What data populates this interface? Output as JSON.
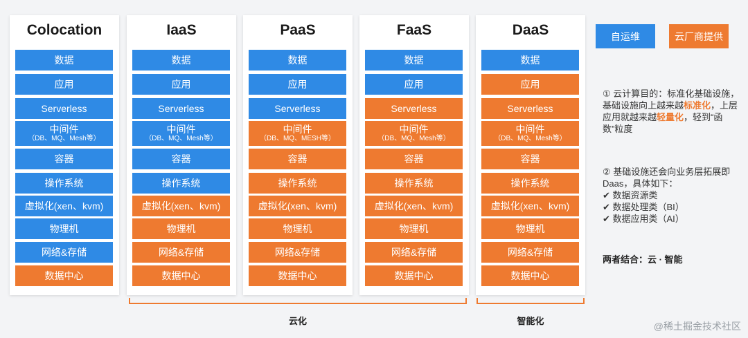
{
  "legend": [
    {
      "label": "自运维",
      "color": "#2f8ae5"
    },
    {
      "label": "云厂商提供",
      "color": "#ee7a30"
    }
  ],
  "columns": [
    {
      "title": "Colocation",
      "layers": [
        {
          "label": "数据",
          "provider": "self"
        },
        {
          "label": "应用",
          "provider": "self"
        },
        {
          "label": "Serverless",
          "provider": "self"
        },
        {
          "label": "中间件",
          "sub": "（DB、MQ、Mesh等）",
          "provider": "self"
        },
        {
          "label": "容器",
          "provider": "self"
        },
        {
          "label": "操作系统",
          "provider": "self"
        },
        {
          "label": "虚拟化(xen、kvm)",
          "provider": "self"
        },
        {
          "label": "物理机",
          "provider": "self"
        },
        {
          "label": "网络&存储",
          "provider": "self"
        },
        {
          "label": "数据中心",
          "provider": "cloud"
        }
      ]
    },
    {
      "title": "IaaS",
      "layers": [
        {
          "label": "数据",
          "provider": "self"
        },
        {
          "label": "应用",
          "provider": "self"
        },
        {
          "label": "Serverless",
          "provider": "self"
        },
        {
          "label": "中间件",
          "sub": "（DB、MQ、Mesh等）",
          "provider": "self"
        },
        {
          "label": "容器",
          "provider": "self"
        },
        {
          "label": "操作系统",
          "provider": "self"
        },
        {
          "label": "虚拟化(xen、kvm)",
          "provider": "cloud"
        },
        {
          "label": "物理机",
          "provider": "cloud"
        },
        {
          "label": "网络&存储",
          "provider": "cloud"
        },
        {
          "label": "数据中心",
          "provider": "cloud"
        }
      ]
    },
    {
      "title": "PaaS",
      "layers": [
        {
          "label": "数据",
          "provider": "self"
        },
        {
          "label": "应用",
          "provider": "self"
        },
        {
          "label": "Serverless",
          "provider": "self"
        },
        {
          "label": "中间件",
          "sub": "（DB、MQ、MESH等）",
          "provider": "cloud"
        },
        {
          "label": "容器",
          "provider": "cloud"
        },
        {
          "label": "操作系统",
          "provider": "cloud"
        },
        {
          "label": "虚拟化(xen、kvm)",
          "provider": "cloud"
        },
        {
          "label": "物理机",
          "provider": "cloud"
        },
        {
          "label": "网络&存储",
          "provider": "cloud"
        },
        {
          "label": "数据中心",
          "provider": "cloud"
        }
      ]
    },
    {
      "title": "FaaS",
      "layers": [
        {
          "label": "数据",
          "provider": "self"
        },
        {
          "label": "应用",
          "provider": "self"
        },
        {
          "label": "Serverless",
          "provider": "cloud"
        },
        {
          "label": "中间件",
          "sub": "（DB、MQ、Mesh等）",
          "provider": "cloud"
        },
        {
          "label": "容器",
          "provider": "cloud"
        },
        {
          "label": "操作系统",
          "provider": "cloud"
        },
        {
          "label": "虚拟化(xen、kvm)",
          "provider": "cloud"
        },
        {
          "label": "物理机",
          "provider": "cloud"
        },
        {
          "label": "网络&存储",
          "provider": "cloud"
        },
        {
          "label": "数据中心",
          "provider": "cloud"
        }
      ]
    },
    {
      "title": "DaaS",
      "layers": [
        {
          "label": "数据",
          "provider": "self"
        },
        {
          "label": "应用",
          "provider": "cloud"
        },
        {
          "label": "Serverless",
          "provider": "cloud"
        },
        {
          "label": "中间件",
          "sub": "（DB、MQ、Mesh等）",
          "provider": "cloud"
        },
        {
          "label": "容器",
          "provider": "cloud"
        },
        {
          "label": "操作系统",
          "provider": "cloud"
        },
        {
          "label": "虚拟化(xen、kvm)",
          "provider": "cloud"
        },
        {
          "label": "物理机",
          "provider": "cloud"
        },
        {
          "label": "网络&存储",
          "provider": "cloud"
        },
        {
          "label": "数据中心",
          "provider": "cloud"
        }
      ]
    }
  ],
  "description": {
    "point1": {
      "prefix": "① 云计算目的：标准化基础设施，基础设施向上越来越",
      "hl1": "标准化",
      "mid": "，上层应用就越来越",
      "hl2": "轻量化",
      "suffix": "，轻到“函数”粒度"
    },
    "point2": {
      "intro": "② 基础设施还会向业务层拓展即Daas，具体如下：",
      "items": [
        "✔ 数据资源类",
        "✔ 数据处理类（BI）",
        "✔ 数据应用类（AI）"
      ]
    },
    "combine": "两者结合：云 · 智能"
  },
  "brackets": [
    {
      "label": "云化"
    },
    {
      "label": "智能化"
    }
  ],
  "watermark": "@稀土掘金技术社区"
}
